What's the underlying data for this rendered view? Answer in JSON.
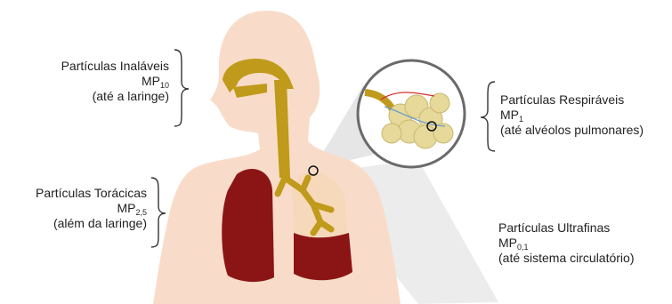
{
  "colors": {
    "skin": "#f8dcc9",
    "airway": "#c09a1a",
    "lung": "#8b1515",
    "lung_light": "#f5d7b8",
    "alveoli": "#e6d99a",
    "ray": "#e4e4e4",
    "text": "#222222"
  },
  "labels": {
    "inalaveis": {
      "line1": "Partículas Inaláveis",
      "mp_main": "MP",
      "mp_sub": "10",
      "line3": "(até a laringe)"
    },
    "toracicas": {
      "line1": "Partículas Torácicas",
      "mp_main": "MP",
      "mp_sub": "2,5",
      "line3": "(além da laringe)"
    },
    "respiraveis": {
      "line1": "Partículas Respiráveis",
      "mp_main": "MP",
      "mp_sub": "1",
      "line3": "(até alvéolos pulmonares)"
    },
    "ultrafinas": {
      "line1": "Partículas Ultrafinas",
      "mp_main": "MP",
      "mp_sub": "0,1",
      "line3": "(até sistema circulatório)"
    }
  }
}
